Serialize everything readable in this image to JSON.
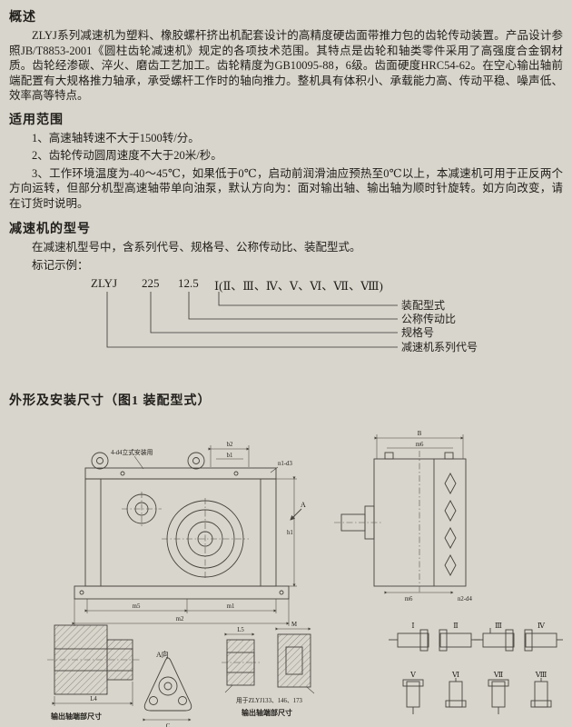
{
  "page": {
    "bg": "#d8d5cc",
    "ink": "#201e1a"
  },
  "overview": {
    "heading": "概述",
    "body": "ZLYJ系列减速机为塑料、橡胶螺杆挤出机配套设计的高精度硬齿面带推力包的齿轮传动装置。产品设计参照JB/T8853-2001《圆柱齿轮减速机》规定的各项技术范围。其特点是齿轮和轴类零件采用了高强度合金钢材质。齿轮经渗碳、淬火、磨齿工艺加工。齿轮精度为GB10095-88，6级。齿面硬度HRC54-62。在空心输出轴前端配置有大规格推力轴承，承受螺杆工作时的轴向推力。整机具有体积小、承载能力高、传动平稳、噪声低、效率高等特点。"
  },
  "scope": {
    "heading": "适用范围",
    "items": [
      "1、高速轴转速不大于1500转/分。",
      "2、齿轮传动圆周速度不大于20米/秒。",
      "3、工作环境温度为-40～45℃，如果低于0℃，启动前润滑油应预热至0℃以上，本减速机可用于正反两个方向运转，但部分机型高速轴带单向油泵，默认方向为：面对输出轴、输出轴为顺时针旋转。如方向改变，请在订货时说明。"
    ]
  },
  "model": {
    "heading": "减速机的型号",
    "intro": "在减速机型号中，含系列代号、规格号、公称传动比、装配型式。",
    "example_label": "标记示例：",
    "code": {
      "series": "ZLYJ",
      "size": "225",
      "ratio": "12.5",
      "type": "Ⅰ(Ⅱ、Ⅲ、Ⅳ、Ⅴ、Ⅵ、Ⅶ、Ⅷ)"
    },
    "callouts": [
      "装配型式",
      "公称传动比",
      "规格号",
      "减速机系列代号"
    ]
  },
  "figure": {
    "heading": "外形及安装尺寸（图1 装配型式）",
    "front": {
      "note": "4-d4立式安装用",
      "dim_b2": "b2",
      "dim_b1": "b1",
      "dim_n1": "n1-d3",
      "dim_h1": "h1",
      "dim_m5": "m5",
      "dim_m1": "m1",
      "dim_m2": "m2",
      "view_arrow": "A"
    },
    "side": {
      "dim_B": "B",
      "dim_m6_top": "m6",
      "dim_m6_bottom": "m6",
      "dim_n2": "n2-d4"
    },
    "shaft": {
      "dim_L4": "L4",
      "caption": "输出轴端部尺寸"
    },
    "a_view": {
      "label": "A向",
      "dim_C": "C"
    },
    "details": {
      "dim_L5": "L5",
      "dim_M": "M",
      "note": "用于ZLYJ133、146、173",
      "caption": "输出轴端部尺寸"
    },
    "assembly": {
      "types": [
        "Ⅰ",
        "Ⅱ",
        "Ⅲ",
        "Ⅳ",
        "Ⅴ",
        "Ⅵ",
        "Ⅶ",
        "Ⅷ"
      ]
    }
  }
}
